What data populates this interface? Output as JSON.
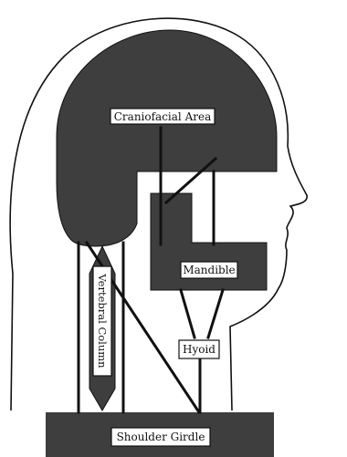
{
  "labels": {
    "craniofacial_area": "Craniofacial Area",
    "mandible": "Mandible",
    "hyoid": "Hyoid",
    "vertebral_column": "Vertebral Column",
    "shoulder_girdle": "Shoulder Girdle"
  },
  "colors": {
    "structure_fill": "#3e3e3e",
    "line": "#111111",
    "background": "#ffffff"
  }
}
